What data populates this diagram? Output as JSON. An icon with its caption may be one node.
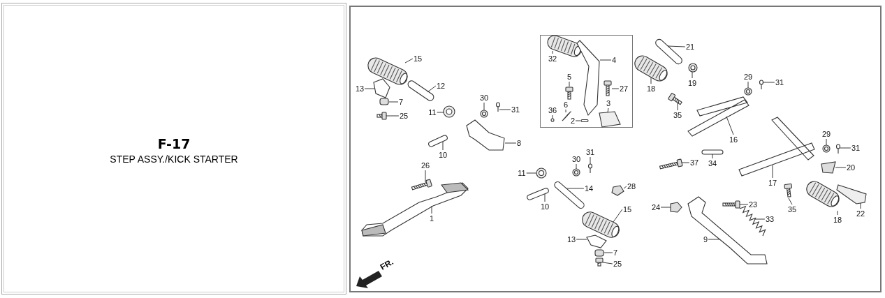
{
  "diagram": {
    "nodes": [
      {
        "text": [
          "F-17",
          "STEP ASSY./KICK STARTER"
        ]
      },
      {
        "text": [],
        "shape": "box"
      },
      {
        "text": [],
        "shape": "box",
        "in": 1
      },
      {
        "text": [
          "15"
        ],
        "in": 1
      },
      {
        "text": [
          "13"
        ],
        "in": 1
      },
      {
        "text": [
          "12"
        ],
        "in": 1
      },
      {
        "text": [
          "7"
        ],
        "in": 1
      },
      {
        "text": [
          "25"
        ],
        "in": 1
      },
      {
        "text": [
          "11"
        ],
        "in": 1
      },
      {
        "text": [
          "30"
        ],
        "in": 1
      },
      {
        "text": [
          "31"
        ],
        "in": 1
      },
      {
        "text": [
          "8"
        ],
        "in": 1
      },
      {
        "text": [
          "10"
        ],
        "in": 1
      },
      {
        "text": [
          "26"
        ],
        "in": 1
      },
      {
        "text": [
          "1"
        ],
        "in": 1
      },
      {
        "text": [
          "32"
        ],
        "in": 2
      },
      {
        "text": [
          "4"
        ],
        "in": 2
      },
      {
        "text": [
          "5"
        ],
        "in": 2
      },
      {
        "text": [
          "27"
        ],
        "in": 2
      },
      {
        "text": [
          "6"
        ],
        "in": 2
      },
      {
        "text": [
          "36"
        ],
        "in": 2
      },
      {
        "text": [
          "3"
        ],
        "in": 2
      },
      {
        "text": [
          "2"
        ],
        "in": 2
      },
      {
        "text": [
          "21"
        ],
        "in": 1
      },
      {
        "text": [
          "18"
        ],
        "in": 1
      },
      {
        "text": [
          "19"
        ],
        "in": 1
      },
      {
        "text": [
          "29"
        ],
        "in": 1
      },
      {
        "text": [
          "31"
        ],
        "in": 1
      },
      {
        "text": [
          "35"
        ],
        "in": 1
      },
      {
        "text": [
          "16"
        ],
        "in": 1
      },
      {
        "text": [
          "34"
        ],
        "in": 1
      },
      {
        "text": [
          "29"
        ],
        "in": 1
      },
      {
        "text": [
          "31"
        ],
        "in": 1
      },
      {
        "text": [
          "37"
        ],
        "in": 1
      },
      {
        "text": [
          "20"
        ],
        "in": 1
      },
      {
        "text": [
          "17"
        ],
        "in": 1
      },
      {
        "text": [
          "11"
        ],
        "in": 1
      },
      {
        "text": [
          "30"
        ],
        "in": 1
      },
      {
        "text": [
          "31"
        ],
        "in": 1
      },
      {
        "text": [
          "14"
        ],
        "in": 1
      },
      {
        "text": [
          "28"
        ],
        "in": 1
      },
      {
        "text": [
          "10"
        ],
        "in": 1
      },
      {
        "text": [
          "15"
        ],
        "in": 1
      },
      {
        "text": [
          "24"
        ],
        "in": 1
      },
      {
        "text": [
          "23"
        ],
        "in": 1
      },
      {
        "text": [
          "33"
        ],
        "in": 1
      },
      {
        "text": [
          "35"
        ],
        "in": 1
      },
      {
        "text": [
          "18"
        ],
        "in": 1
      },
      {
        "text": [
          "22"
        ],
        "in": 1
      },
      {
        "text": [
          "9"
        ],
        "in": 1
      },
      {
        "text": [
          "13"
        ],
        "in": 1
      },
      {
        "text": [
          "7"
        ],
        "in": 1
      },
      {
        "text": [
          "25"
        ],
        "in": 1
      },
      {
        "text": [],
        "shape": "picture",
        "in": 1
      },
      {
        "text": [],
        "shape": "picture",
        "in": 1
      },
      {
        "text": [],
        "shape": "picture",
        "in": 1
      },
      {
        "text": [],
        "shape": "box",
        "in": 1
      },
      {
        "text": [],
        "shape": "picture",
        "in": 1
      },
      {
        "text": [],
        "shape": "picture",
        "in": 1
      },
      {
        "text": [],
        "shape": "picture",
        "in": 1
      },
      {
        "text": [],
        "shape": "picture",
        "in": 1
      },
      {
        "text": [],
        "shape": "picture",
        "in": 1
      },
      {
        "text": [],
        "shape": "picture",
        "in": 1
      },
      {
        "text": [],
        "shape": "picture",
        "in": 1
      },
      {
        "text": [],
        "shape": "picture",
        "in": 1
      },
      {
        "text": [],
        "shape": "picture",
        "in": 2
      },
      {
        "text": [],
        "shape": "picture",
        "in": 2
      },
      {
        "text": [],
        "shape": "picture",
        "in": 2
      },
      {
        "text": [],
        "shape": "picture",
        "in": 2
      },
      {
        "text": [],
        "shape": "picture",
        "in": 2
      },
      {
        "text": [],
        "shape": "circle",
        "in": 2
      },
      {
        "text": [],
        "shape": "picture",
        "in": 2
      },
      {
        "text": [],
        "shape": "box",
        "in": 2
      },
      {
        "text": [],
        "shape": "picture",
        "in": 1
      },
      {
        "text": [],
        "shape": "picture",
        "in": 1
      },
      {
        "text": [],
        "shape": "picture",
        "in": 1
      },
      {
        "text": [],
        "shape": "picture",
        "in": 1
      },
      {
        "text": [],
        "shape": "picture",
        "in": 1
      },
      {
        "text": [],
        "shape": "picture",
        "in": 1
      },
      {
        "text": [],
        "shape": "picture",
        "in": 1
      },
      {
        "text": [],
        "shape": "picture",
        "in": 1
      },
      {
        "text": [],
        "shape": "picture",
        "in": 1
      },
      {
        "text": [],
        "shape": "picture",
        "in": 1
      },
      {
        "text": [],
        "shape": "picture",
        "in": 1
      },
      {
        "text": [],
        "shape": "picture",
        "in": 1
      },
      {
        "text": [],
        "shape": "picture",
        "in": 1
      },
      {
        "text": [],
        "shape": "picture",
        "in": 1
      },
      {
        "text": [],
        "shape": "picture",
        "in": 1
      },
      {
        "text": [],
        "shape": "picture",
        "in": 1
      },
      {
        "text": [],
        "shape": "picture",
        "in": 1
      },
      {
        "text": [],
        "shape": "picture",
        "in": 1
      },
      {
        "text": [],
        "shape": "picture",
        "in": 1
      },
      {
        "text": [],
        "shape": "picture",
        "in": 1
      },
      {
        "text": [],
        "shape": "box",
        "in": 1
      },
      {
        "text": [],
        "shape": "picture",
        "in": 1
      },
      {
        "text": [],
        "shape": "picture",
        "in": 1
      },
      {
        "text": [],
        "shape": "picture",
        "in": 1
      },
      {
        "text": [],
        "shape": "picture",
        "in": 1
      },
      {
        "text": [],
        "shape": "picture",
        "in": 1
      },
      {
        "text": [],
        "shape": "picture",
        "in": 1
      },
      {
        "text": [],
        "shape": "picture",
        "in": 1
      },
      {
        "text": [],
        "shape": "box",
        "in": 1
      },
      {
        "text": [],
        "shape": "box",
        "in": 1
      }
    ],
    "edges": [
      {
        "from": 3,
        "to": 53,
        "arrow": "none"
      },
      {
        "from": 4,
        "to": 54,
        "arrow": "none"
      },
      {
        "from": 5,
        "to": 55,
        "arrow": "none"
      },
      {
        "from": 6,
        "to": 56,
        "arrow": "none"
      },
      {
        "from": 7,
        "to": 57,
        "arrow": "none"
      },
      {
        "from": 8,
        "to": 58,
        "arrow": "none"
      },
      {
        "from": 9,
        "to": 59,
        "arrow": "none"
      },
      {
        "from": 10,
        "to": 60,
        "arrow": "none"
      },
      {
        "from": 11,
        "to": 61,
        "arrow": "none"
      },
      {
        "from": 12,
        "to": 62,
        "arrow": "none"
      },
      {
        "from": 13,
        "to": 63,
        "arrow": "none"
      },
      {
        "from": 14,
        "to": 64,
        "arrow": "none"
      },
      {
        "from": 15,
        "to": 65,
        "arrow": "none"
      },
      {
        "from": 16,
        "to": 66,
        "arrow": "none"
      },
      {
        "from": 17,
        "to": 67,
        "arrow": "none"
      },
      {
        "from": 18,
        "to": 68,
        "arrow": "none"
      },
      {
        "from": 19,
        "to": 69,
        "arrow": "none"
      },
      {
        "from": 20,
        "to": 70,
        "arrow": "none"
      },
      {
        "from": 21,
        "to": 71,
        "arrow": "none"
      },
      {
        "from": 22,
        "to": 72,
        "arrow": "none"
      },
      {
        "from": 23,
        "to": 73,
        "arrow": "none"
      },
      {
        "from": 24,
        "to": 74,
        "arrow": "none"
      },
      {
        "from": 25,
        "to": 75,
        "arrow": "none"
      },
      {
        "from": 26,
        "to": 76,
        "arrow": "none"
      },
      {
        "from": 27,
        "to": 77,
        "arrow": "none"
      },
      {
        "from": 28,
        "to": 78,
        "arrow": "none"
      },
      {
        "from": 29,
        "to": 79,
        "arrow": "none"
      },
      {
        "from": 30,
        "to": 80,
        "arrow": "none"
      },
      {
        "from": 31,
        "to": 81,
        "arrow": "none"
      },
      {
        "from": 32,
        "to": 82,
        "arrow": "none"
      },
      {
        "from": 33,
        "to": 83,
        "arrow": "none"
      },
      {
        "from": 34,
        "to": 84,
        "arrow": "none"
      },
      {
        "from": 35,
        "to": 85,
        "arrow": "none"
      },
      {
        "from": 36,
        "to": 86,
        "arrow": "none"
      },
      {
        "from": 37,
        "to": 87,
        "arrow": "none"
      },
      {
        "from": 38,
        "to": 88,
        "arrow": "none"
      },
      {
        "from": 39,
        "to": 89,
        "arrow": "none"
      },
      {
        "from": 40,
        "to": 90,
        "arrow": "none"
      },
      {
        "from": 41,
        "to": 91,
        "arrow": "none"
      },
      {
        "from": 42,
        "to": 92,
        "arrow": "none"
      },
      {
        "from": 43,
        "to": 93,
        "arrow": "none"
      },
      {
        "from": 44,
        "to": 94,
        "arrow": "none"
      },
      {
        "from": 45,
        "to": 95,
        "arrow": "none"
      },
      {
        "from": 46,
        "to": 96,
        "arrow": "none"
      },
      {
        "from": 47,
        "to": 97,
        "arrow": "none"
      },
      {
        "from": 48,
        "to": 98,
        "arrow": "none"
      },
      {
        "from": 49,
        "to": 99,
        "arrow": "none"
      },
      {
        "from": 50,
        "to": 100,
        "arrow": "none"
      },
      {
        "from": 51,
        "to": 101,
        "arrow": "none"
      },
      {
        "from": 52,
        "to": 102,
        "arrow": "none"
      }
    ],
    "labels": [
      "FR."
    ]
  }
}
